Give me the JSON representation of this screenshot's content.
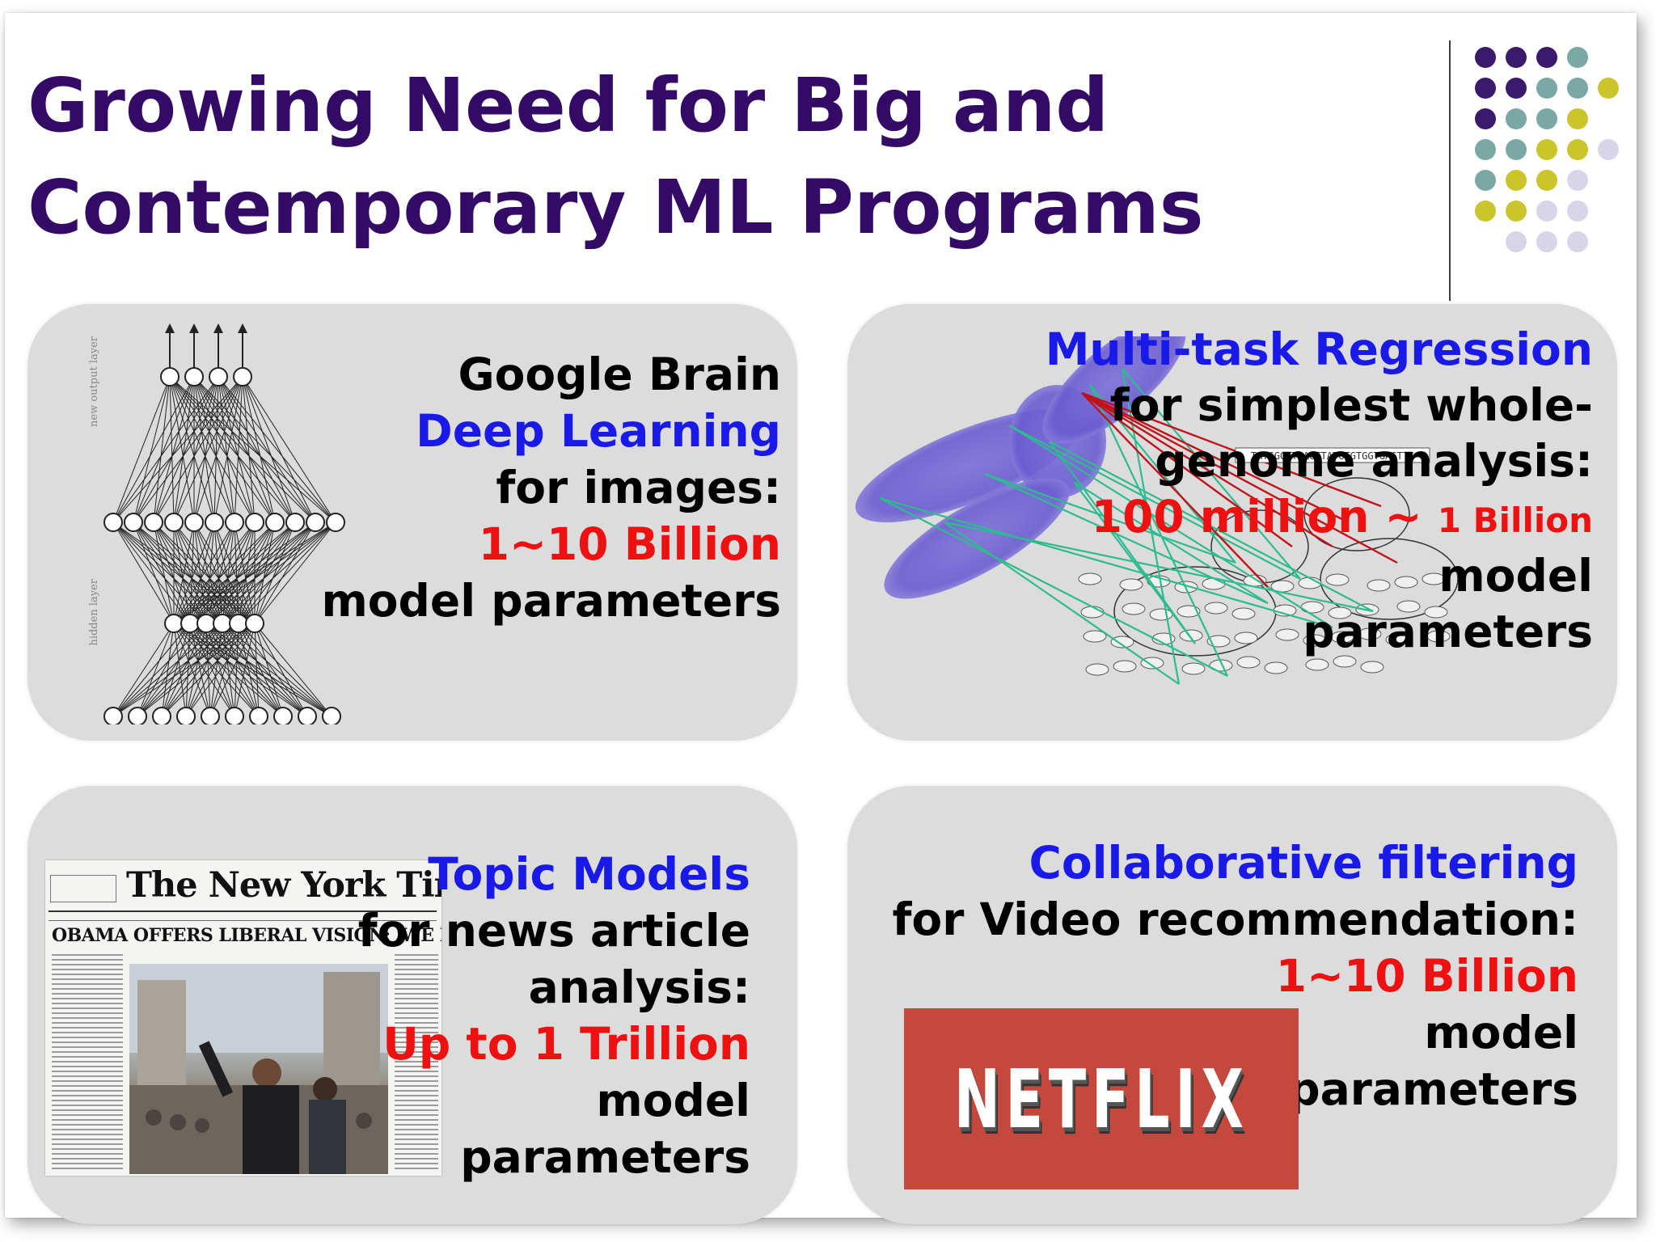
{
  "title": {
    "line1": "Growing Need for Big and",
    "line2": "Contemporary ML Programs"
  },
  "colors": {
    "title": "#330a66",
    "panel": "#dcdcdc",
    "blue_text": "#1a1ae8",
    "red_text": "#ee1111",
    "dot_purple": "#3b1a6b",
    "dot_teal": "#7aa8a4",
    "dot_yellow": "#c9c52a",
    "dot_lavender": "#d8d4ea",
    "netflix_red": "#c4483c"
  },
  "panels": {
    "google_brain": {
      "line1": "Google Brain",
      "line2": "Deep Learning",
      "line3": "for images:",
      "line4": "1~10 Billion",
      "line5": "model parameters",
      "figure_label_top": "new output layer",
      "figure_label_bottom": "hidden layer"
    },
    "multitask": {
      "line1": "Multi-task Regression",
      "line2": "for simplest whole-",
      "line3": "genome analysis:",
      "line4a": "100 million ~ ",
      "line4b": "1 Billion",
      "line5": "model",
      "line6": "parameters",
      "genome_sequence": "TATGGGTTAAGTTATGTGTGGTGAGTTG"
    },
    "topic_models": {
      "line1": "Topic Models",
      "line2": "for news article",
      "line3": "analysis:",
      "line4": "Up to 1 Trillion",
      "line5": "model",
      "line6": "parameters",
      "nyt_masthead": "The New York Times",
      "nyt_headline": "OBAMA OFFERS LIBERAL VISION: 'WE MUST ACT'"
    },
    "collab": {
      "line1": "Collaborative filtering",
      "line2": "for Video recommendation:",
      "line3": "1~10 Billion",
      "line4": "model",
      "line5": "parameters",
      "logo_text": "NETFLIX"
    }
  }
}
